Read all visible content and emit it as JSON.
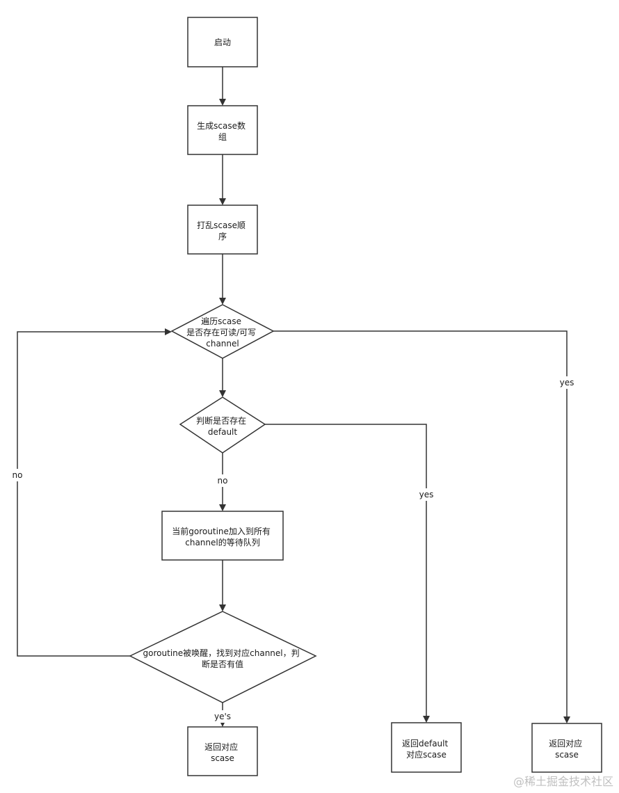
{
  "flowchart": {
    "nodes": {
      "start": [
        "启动"
      ],
      "gen_array": [
        "生成scase数",
        "组"
      ],
      "shuffle": [
        "打乱scase顺",
        "序"
      ],
      "traverse": [
        "遍历scase",
        "是否存在可读/可写",
        "channel"
      ],
      "check_default": [
        "判断是否存在",
        "default"
      ],
      "enqueue": [
        "当前goroutine加入到所有",
        "channel的等待队列"
      ],
      "wakeup": [
        "goroutine被唤醒，找到对应channel，判",
        "断是否有值"
      ],
      "return_wakeup": [
        "返回对应",
        "scase"
      ],
      "return_default": [
        "返回default",
        "对应scase"
      ],
      "return_ready": [
        "返回对应",
        "scase"
      ]
    },
    "edge_labels": {
      "ready_yes": "yes",
      "default_yes": "yes",
      "default_no": "no",
      "loop_no": "no",
      "wake_yes": "ye's"
    }
  },
  "watermark": "@稀土掘金技术社区",
  "colors": {
    "stroke": "#333333",
    "text": "#1a1a1a",
    "watermark": "#c0c0c0"
  }
}
